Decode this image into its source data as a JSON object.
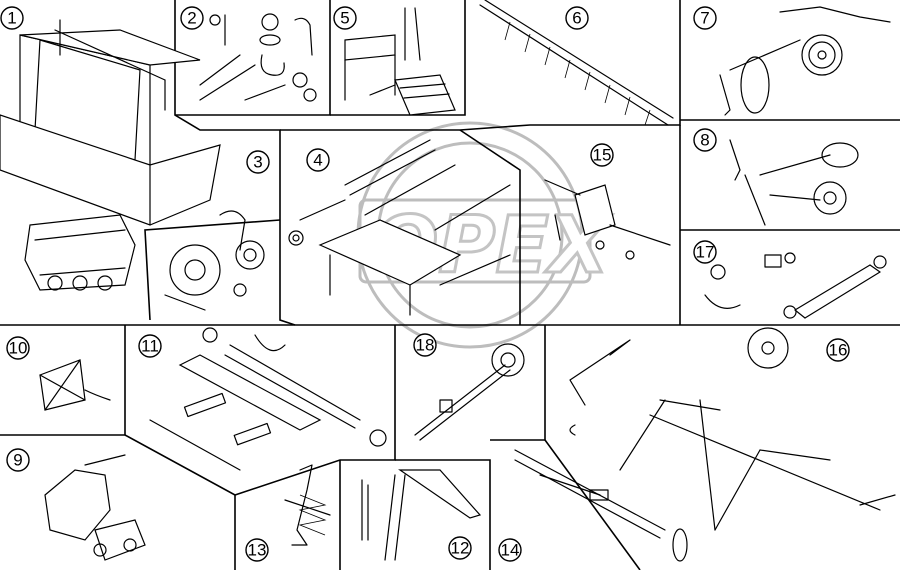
{
  "diagram": {
    "title": "",
    "watermark_text": "OPEX",
    "colors": {
      "line": "#000000",
      "background": "#ffffff",
      "watermark": "#c4c4c4"
    },
    "groups": [
      {
        "label": "1"
      },
      {
        "label": "2"
      },
      {
        "label": "3"
      },
      {
        "label": "4"
      },
      {
        "label": "5"
      },
      {
        "label": "6"
      },
      {
        "label": "7"
      },
      {
        "label": "8"
      },
      {
        "label": "9"
      },
      {
        "label": "10"
      },
      {
        "label": "11"
      },
      {
        "label": "12"
      },
      {
        "label": "13"
      },
      {
        "label": "14"
      },
      {
        "label": "15"
      },
      {
        "label": "16"
      },
      {
        "label": "17"
      },
      {
        "label": "18"
      }
    ]
  }
}
